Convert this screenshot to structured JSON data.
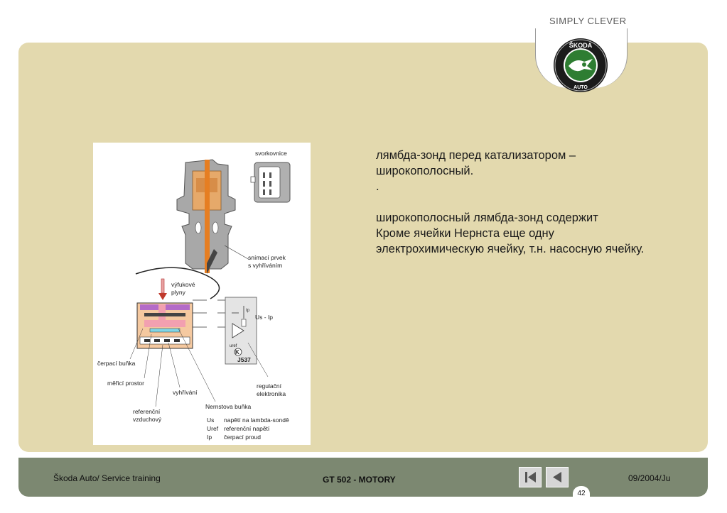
{
  "brand": {
    "tagline": "SIMPLY CLEVER",
    "logo_text_top": "ŠKODA",
    "logo_text_bottom": "AUTO",
    "logo_icon": "skoda-winged-arrow-icon",
    "colors": {
      "logo_ring": "#1a1a1a",
      "logo_center": "#2e7d32",
      "panel": "#e3d9ae",
      "footer": "#7c8871"
    }
  },
  "figure": {
    "labels": {
      "terminal": "svorkovnice",
      "sensing_element_1": "snímací prvek",
      "sensing_element_2": "s vyhříváním",
      "exhaust_1": "výfukové",
      "exhaust_2": "plyny",
      "pump_cell": "čerpací buňka",
      "measuring_space": "měřicí prostor",
      "heating": "vyhřívání",
      "reference_air_1": "referenční",
      "reference_air_2": "vzduchový",
      "nernst_cell": "Nernstova buňka",
      "control_1": "regulační",
      "control_2": "elektronika",
      "us_ip": "Us - Ip",
      "uref_small": "uref",
      "k_symbol": "K",
      "ip_small": "Ip",
      "unit_code": "J537"
    },
    "legend": [
      {
        "symbol": "Us",
        "text": "napětí na lambda-sondě"
      },
      {
        "symbol": "Uref",
        "text": "referenční napětí"
      },
      {
        "symbol": "Ip",
        "text": "čerpací proud"
      }
    ]
  },
  "content": {
    "line1": "лямбда-зонд перед катализатором –",
    "line2": "широкополосный.",
    "line3": ".",
    "line4": "широкополосный лямбда-зонд содержит",
    "line5": "Кроме ячейки Нернста еще одну",
    "line6": "электрохимическую ячейку, т.н. насосную ячейку."
  },
  "footer": {
    "left": "Škoda Auto/ Service training",
    "center": "GT 502 - MOTORY",
    "right": "09/2004/Ju",
    "page_number": "42",
    "first_button_icon": "skip-to-first-icon",
    "prev_button_icon": "previous-slide-icon"
  }
}
